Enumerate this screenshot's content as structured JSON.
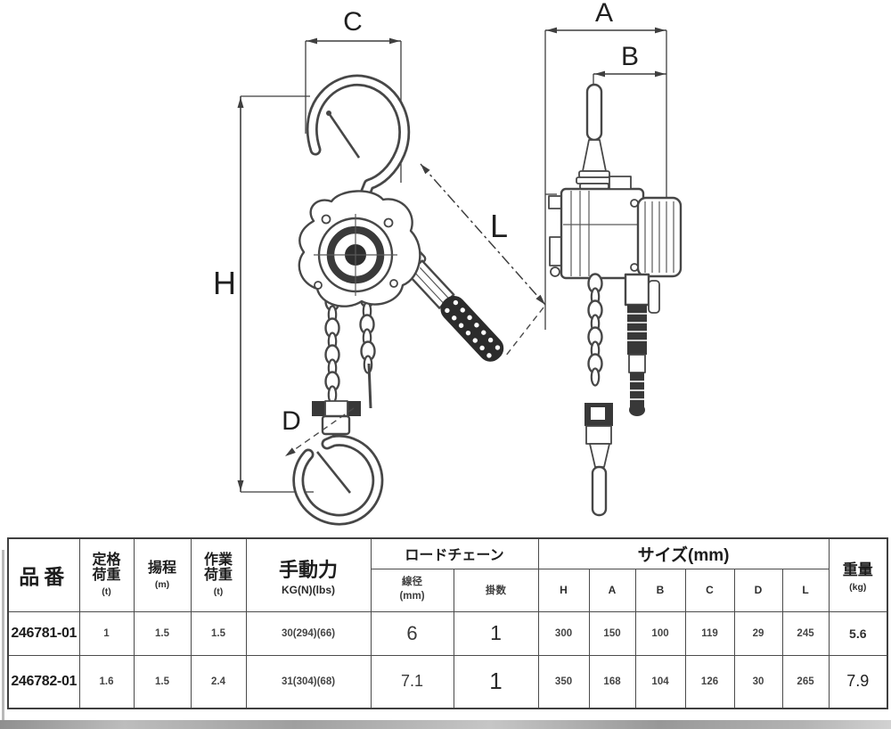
{
  "diagram": {
    "dim_labels": {
      "c": "C",
      "h": "H",
      "d": "D",
      "l": "L",
      "a": "A",
      "b": "B"
    }
  },
  "table": {
    "headers": {
      "part_no": "品番",
      "rated_load": "定格荷重",
      "rated_load_unit": "(t)",
      "lift": "揚程",
      "lift_unit": "(m)",
      "working_load": "作業荷重",
      "working_load_unit": "(t)",
      "manual_force": "手動力",
      "manual_force_unit": "KG(N)(lbs)",
      "load_chain": "ロードチェーン",
      "wire_diameter": "線径",
      "wire_diameter_unit": "(mm)",
      "chain_falls": "掛数",
      "size": "サイズ(mm)",
      "size_cols": [
        "H",
        "A",
        "B",
        "C",
        "D",
        "L"
      ],
      "weight": "重量",
      "weight_unit": "(kg)"
    },
    "rows": [
      {
        "part_no": "246781-01",
        "rated_load": "1",
        "lift": "1.5",
        "working_load": "1.5",
        "manual_force": "30(294)(66)",
        "wire_diameter": "6",
        "chain_falls": "1",
        "size_h": "300",
        "size_a": "150",
        "size_b": "100",
        "size_c": "119",
        "size_d": "29",
        "size_l": "245",
        "weight": "5.6"
      },
      {
        "part_no": "246782-01",
        "rated_load": "1.6",
        "lift": "1.5",
        "working_load": "2.4",
        "manual_force": "31(304)(68)",
        "wire_diameter": "7.1",
        "chain_falls": "1",
        "size_h": "350",
        "size_a": "168",
        "size_b": "104",
        "size_c": "126",
        "size_d": "30",
        "size_l": "265",
        "weight": "7.9"
      }
    ]
  }
}
